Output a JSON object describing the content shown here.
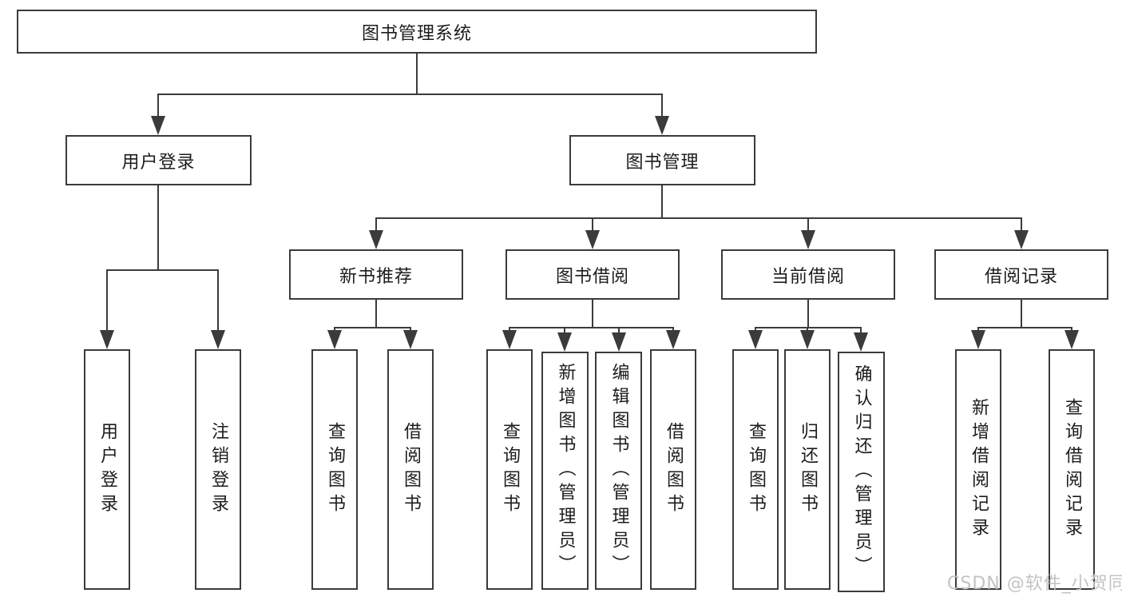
{
  "diagram": {
    "title": "图书管理系统",
    "watermark": "CSDN @软件_小贺同学",
    "colors": {
      "line": "#3b3b3b",
      "text": "#1c1c1c",
      "watermark": "#c4c3c3",
      "background": "#ffffff"
    },
    "nodes": {
      "root": {
        "label": "图书管理系统"
      },
      "user_login": {
        "label": "用户登录"
      },
      "book_mgmt": {
        "label": "图书管理"
      },
      "new_book_rec": {
        "label": "新书推荐"
      },
      "book_borrow": {
        "label": "图书借阅"
      },
      "current_borrow": {
        "label": "当前借阅"
      },
      "borrow_record": {
        "label": "借阅记录"
      },
      "leaf_user_login": {
        "label": "用户登录"
      },
      "leaf_logout": {
        "label": "注销登录"
      },
      "leaf_query_book_1": {
        "label": "查询图书"
      },
      "leaf_borrow_book_1": {
        "label": "借阅图书"
      },
      "leaf_query_book_2": {
        "label": "查询图书"
      },
      "leaf_add_book": {
        "label": "新增图书（管理员）"
      },
      "leaf_edit_book": {
        "label": "编辑图书（管理员）"
      },
      "leaf_borrow_book_2": {
        "label": "借阅图书"
      },
      "leaf_query_book_3": {
        "label": "查询图书"
      },
      "leaf_return_book": {
        "label": "归还图书"
      },
      "leaf_confirm_return": {
        "label": "确认归还（管理员）"
      },
      "leaf_add_record": {
        "label": "新增借阅记录"
      },
      "leaf_query_record": {
        "label": "查询借阅记录"
      }
    }
  }
}
